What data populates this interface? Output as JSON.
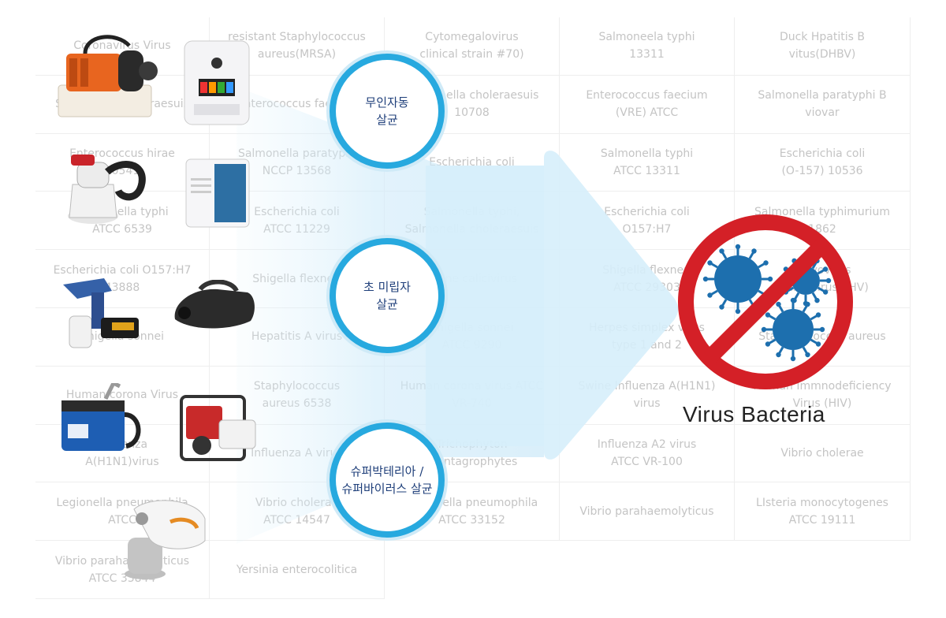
{
  "grid": {
    "cells": [
      [
        "Coronavirus Virus",
        "resistant Staphylococcus\naureus(MRSA)",
        "Cytomegalovirus\nclinical strain #70)",
        "Salmoneela typhi\n13311",
        "Duck Hpatitis B\nvitus(DHBV)"
      ],
      [
        "Salmonella choleraesuis",
        "Enterococcus faecalis",
        "Salmonella choleraesuis\n10708",
        "Enterococcus faecium\n(VRE) ATCC",
        "Salmonella paratyphi B\nviovar"
      ],
      [
        "Enterococcus hirae\n10541",
        "Salmonella paratyphi\nNCCP 13568",
        "Escherichia coli",
        "Salmonella typhi\nATCC 13311",
        "Escherichia coli\n(O-157) 10536"
      ],
      [
        "Salmonella typhi\nATCC 6539",
        "Escherichia coli\nATCC 11229",
        "Salmonella typhi,\nSalmonella choleraesuis",
        "Escherichia coli\nO157:H7",
        "Salmonella typhimurium\n1862"
      ],
      [
        "Escherichia coli O157:H7\n43888",
        "Shigella flexneri",
        "Feline calicivirus",
        "Shigella flexneri\nATCC 29303",
        "Parvovirus\n(Parvovirus-PHV)"
      ],
      [
        "Shigella sonnei",
        "Hepatitis A virus",
        "Shigella sonnei\nATCC 9290",
        "Herpes simplex virus\ntype 1 and 2",
        "Staphylococcus aureus"
      ],
      [
        "Human corona Virus",
        "Staphylococcus\naureus 6538",
        "Human corona virus ATCC\nVR-740",
        "Swine Influenza A(H1N1)\nvirus",
        "Human Immnodeficiency\nVirus (HIV)"
      ],
      [
        "Influenza\nA(H1N1)virus",
        "Influenza A virus",
        "Trichophyton\nmentagrophytes",
        "Influenza A2 virus\nATCC VR-100",
        "Vibrio cholerae"
      ],
      [
        "Legionella pneumophila\nATCC",
        "Vibrio cholerae\nATCC 14547",
        "Legionella pneumophila\nATCC 33152",
        "Vibrio parahaemolyticus",
        "LIsteria monocytogenes\nATCC 19111"
      ],
      [
        "Vibrio parahaemolyticus\nATCC 33844",
        "Yersinia enterocolitica"
      ]
    ]
  },
  "steps": [
    {
      "label": "무인자동\n살균"
    },
    {
      "label": "초 미립자\n살균"
    },
    {
      "label": "슈퍼박테리아 /\n슈퍼바이러스 살균"
    }
  ],
  "result": {
    "title": "Virus Bacteria",
    "icon": "no-virus-icon"
  },
  "colors": {
    "accent": "#27a9df",
    "arrow": "#d6eefb",
    "prohibit": "#d42027",
    "virus": "#1d6fae"
  }
}
